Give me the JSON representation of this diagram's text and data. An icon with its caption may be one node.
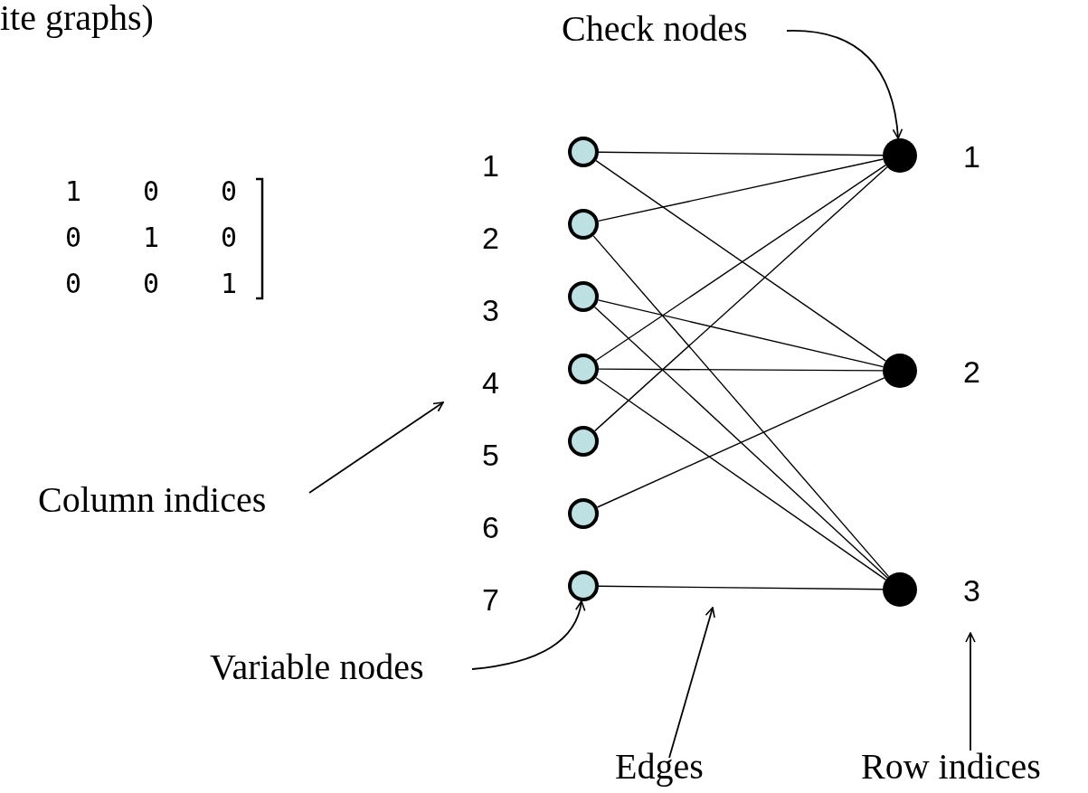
{
  "diagram": {
    "nodes": [
      {
        "text": [],
        "shape": "circle",
        "beside": [
          "1"
        ]
      },
      {
        "text": [],
        "shape": "circle",
        "beside": [
          "2"
        ]
      },
      {
        "text": [],
        "shape": "circle",
        "beside": [
          "3"
        ]
      },
      {
        "text": [],
        "shape": "circle",
        "beside": [
          "4"
        ]
      },
      {
        "text": [],
        "shape": "circle",
        "beside": [
          "5"
        ]
      },
      {
        "text": [],
        "shape": "circle",
        "beside": [
          "6"
        ]
      },
      {
        "text": [],
        "shape": "circle",
        "beside": [
          "7"
        ]
      },
      {
        "text": [],
        "shape": "circle",
        "beside": [
          "1"
        ]
      },
      {
        "text": [],
        "shape": "circle",
        "beside": [
          "2"
        ]
      },
      {
        "text": [],
        "shape": "circle",
        "beside": [
          "3"
        ]
      },
      {
        "text": [
          "Check nodes"
        ]
      },
      {
        "text": [
          "Column indices"
        ]
      },
      {
        "text": [
          "Variable nodes"
        ]
      },
      {
        "text": [
          "Edges"
        ]
      },
      {
        "text": [
          "Row indices"
        ]
      }
    ],
    "edges": [
      {
        "from": 0,
        "to": 7,
        "arrow": "none"
      },
      {
        "from": 0,
        "to": 8,
        "arrow": "none"
      },
      {
        "from": 1,
        "to": 7,
        "arrow": "none"
      },
      {
        "from": 1,
        "to": 9,
        "arrow": "none"
      },
      {
        "from": 2,
        "to": 8,
        "arrow": "none"
      },
      {
        "from": 2,
        "to": 9,
        "arrow": "none"
      },
      {
        "from": 3,
        "to": 7,
        "arrow": "none"
      },
      {
        "from": 3,
        "to": 8,
        "arrow": "none"
      },
      {
        "from": 3,
        "to": 9,
        "arrow": "none"
      },
      {
        "from": 4,
        "to": 7,
        "arrow": "none"
      },
      {
        "from": 5,
        "to": 8,
        "arrow": "none"
      },
      {
        "from": 6,
        "to": 9,
        "arrow": "none"
      },
      {
        "from": 10,
        "to": 7,
        "arrow": "to"
      },
      {
        "from": 11,
        "to": null,
        "arrow": "to"
      },
      {
        "from": 12,
        "to": 6,
        "arrow": "to"
      },
      {
        "from": 13,
        "to": null,
        "arrow": "to"
      },
      {
        "from": 14,
        "to": null,
        "arrow": "to"
      }
    ],
    "labels": [
      "ite graphs)",
      "1",
      "0",
      "0",
      "0",
      "1",
      "0",
      "0",
      "0",
      "1"
    ]
  }
}
